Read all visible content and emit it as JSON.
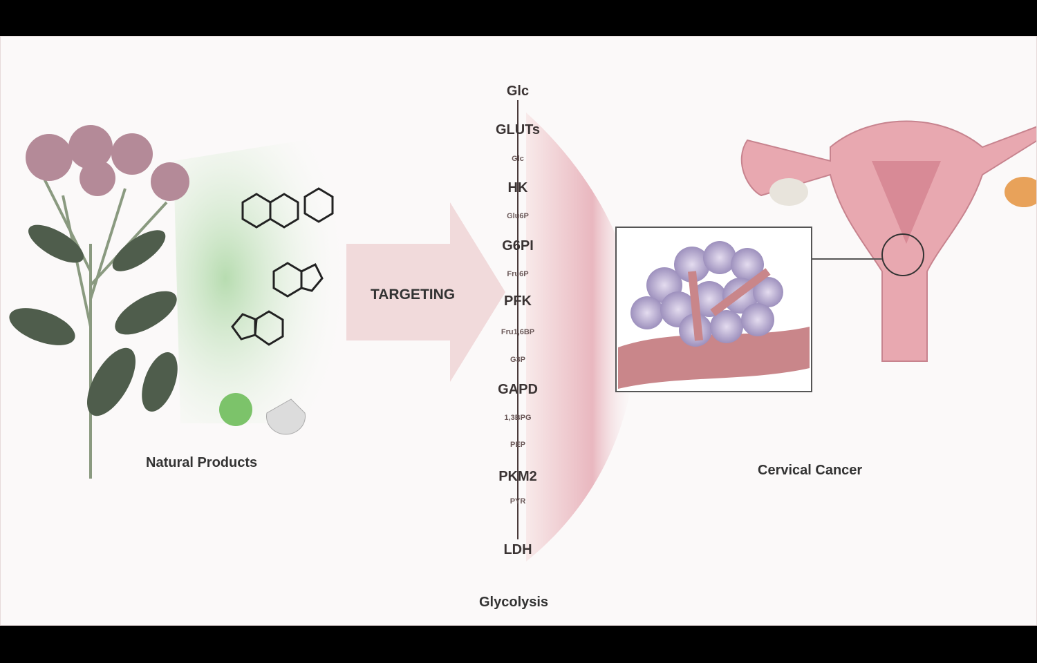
{
  "labels": {
    "natural_products": "Natural Products",
    "targeting": "TARGETING",
    "glycolysis": "Glycolysis",
    "cervical_cancer": "Cervical Cancer"
  },
  "pathway": [
    {
      "text": "Glc",
      "kind": "big"
    },
    {
      "text": "GLUTs",
      "kind": "big"
    },
    {
      "text": "Glc",
      "kind": "small"
    },
    {
      "text": "HK",
      "kind": "big"
    },
    {
      "text": "Glu6P",
      "kind": "small"
    },
    {
      "text": "G6PI",
      "kind": "big"
    },
    {
      "text": "Fru6P",
      "kind": "small"
    },
    {
      "text": "PFK",
      "kind": "big"
    },
    {
      "text": "Fru1,6BP",
      "kind": "small"
    },
    {
      "text": "G3P",
      "kind": "small"
    },
    {
      "text": "GAPD",
      "kind": "big"
    },
    {
      "text": "1,3BPG",
      "kind": "small"
    },
    {
      "text": "PEP",
      "kind": "small"
    },
    {
      "text": "PKM2",
      "kind": "big"
    },
    {
      "text": "PYR",
      "kind": "small"
    },
    {
      "text": "LDH",
      "kind": "big"
    }
  ],
  "colors": {
    "green_glow": "#bfe0b8",
    "pink_glow": "#e9b3bd",
    "arrow": "#f0d6d8",
    "uterus": "#e8a8b0"
  }
}
